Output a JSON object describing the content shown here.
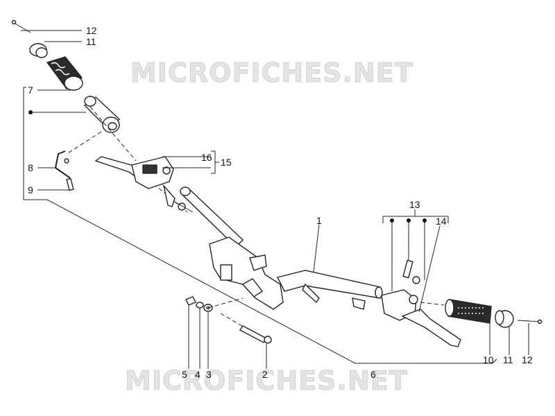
{
  "watermark": {
    "top": "MICROFICHES.NET",
    "bottom": "MICROFICHES.NET"
  },
  "callouts": {
    "c12_top": "12",
    "c11_top": "11",
    "c7": "7",
    "c8": "8",
    "c9": "9",
    "c16": "16",
    "c15": "15",
    "c1": "1",
    "c13": "13",
    "c14": "14",
    "c5": "5",
    "c4": "4",
    "c3": "3",
    "c2": "2",
    "c6": "6",
    "c10": "10",
    "c11_bottom": "11",
    "c12_bottom": "12"
  }
}
